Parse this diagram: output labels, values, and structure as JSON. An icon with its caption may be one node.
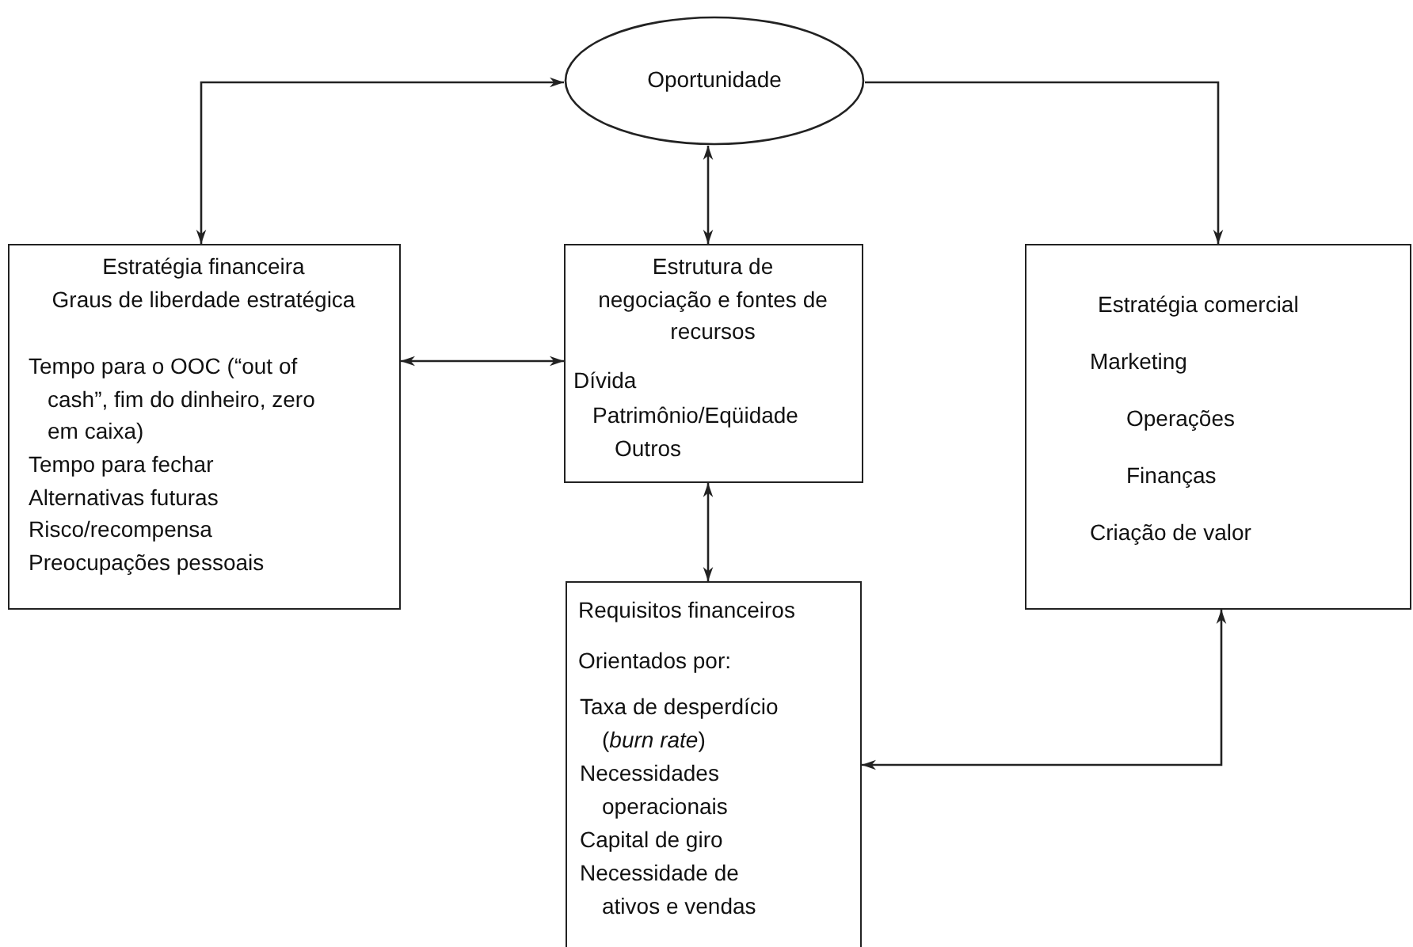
{
  "diagram": {
    "nodes": [
      {
        "text": [
          "Oportunidade"
        ]
      },
      {
        "text": [
          "Estratégia financeira",
          "Graus de liberdade estratégica",
          "Tempo para o OOC (“out of cash”, fim do dinheiro, zero em caixa)",
          "Tempo para fechar",
          "Alternativas futuras",
          "Risco/recompensa",
          "Preocupações pessoais"
        ]
      },
      {
        "text": [
          "Estrutura de negociação e fontes de recursos",
          "Dívida",
          "Patrimônio/Eqüidade",
          "Outros"
        ]
      },
      {
        "text": [
          "Estratégia comercial",
          "Marketing",
          "Operações",
          "Finanças",
          "Criação de valor"
        ]
      },
      {
        "text": [
          "Requisitos financeiros",
          "Orientados por:",
          "Taxa de desperdício (*burn rate*)",
          "Necessidades operacionais",
          "Capital de giro",
          "Necessidade de ativos e vendas"
        ]
      }
    ],
    "edges": [
      {
        "from": 0,
        "to": 1,
        "arrow": "both"
      },
      {
        "from": 0,
        "to": 2,
        "arrow": "both"
      },
      {
        "from": 0,
        "to": 3,
        "arrow": "to"
      },
      {
        "from": 1,
        "to": 2,
        "arrow": "both"
      },
      {
        "from": 2,
        "to": 4,
        "arrow": "both"
      },
      {
        "from": 3,
        "to": 4,
        "arrow": "both"
      }
    ]
  }
}
